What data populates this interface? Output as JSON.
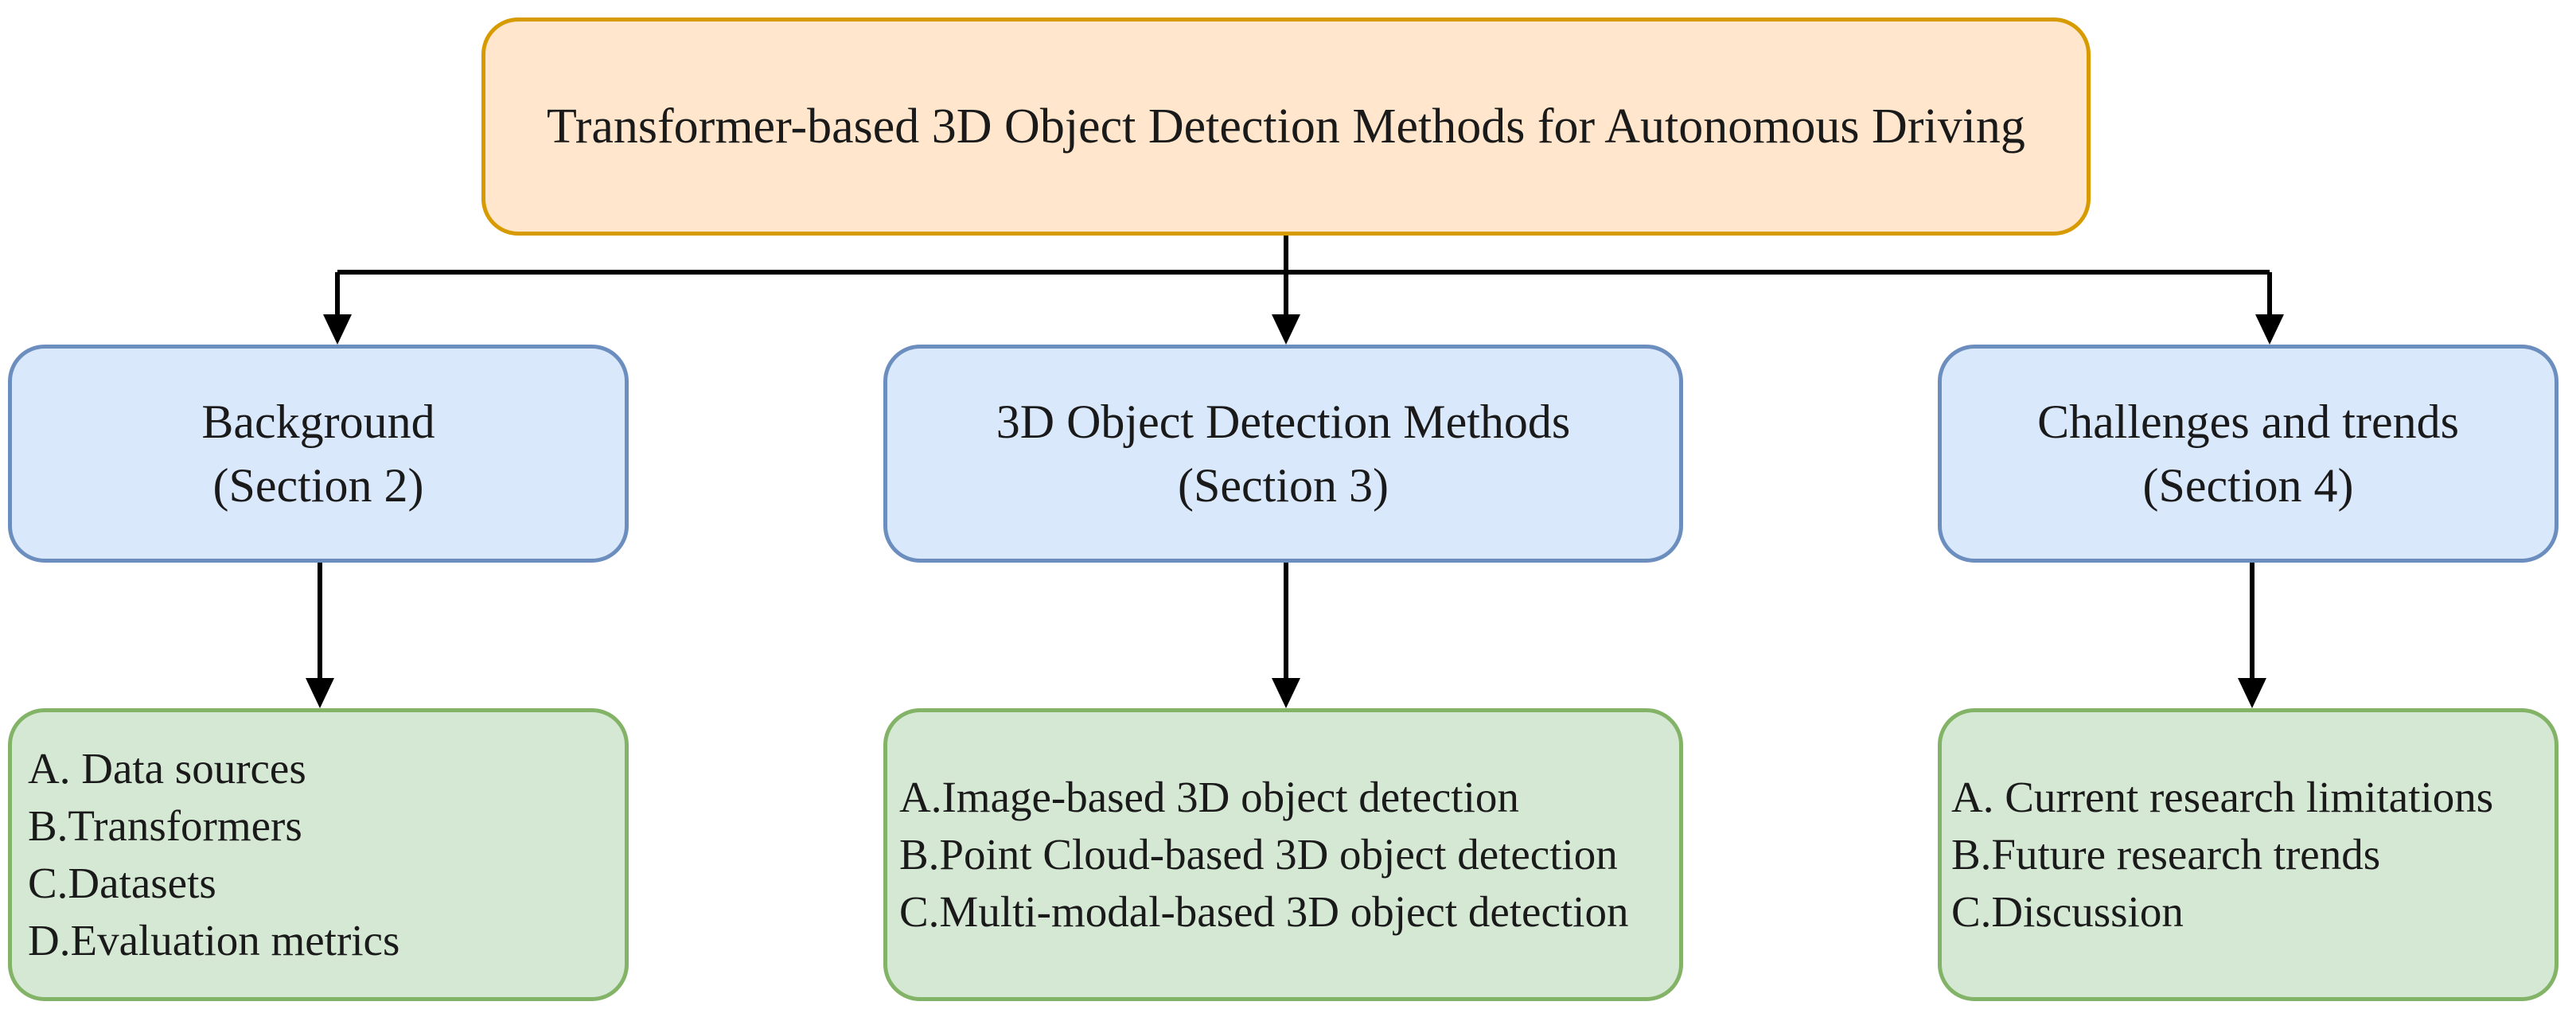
{
  "colors": {
    "root_fill": "#ffe6cc",
    "root_border": "#d79b00",
    "section_fill": "#dae8fc",
    "section_border": "#6c8ebf",
    "detail_fill": "#d5e8d4",
    "detail_border": "#82b366",
    "connector": "#000000"
  },
  "root": {
    "title": "Transformer-based 3D Object Detection Methods for Autonomous Driving"
  },
  "sections": [
    {
      "title": "Background",
      "ref": "(Section 2)",
      "items": [
        "A. Data sources",
        "B.Transformers",
        "C.Datasets",
        "D.Evaluation metrics"
      ]
    },
    {
      "title": "3D Object Detection Methods",
      "ref": "(Section 3)",
      "items": [
        "A.Image-based 3D object detection",
        "B.Point Cloud-based 3D object detection",
        "C.Multi-modal-based 3D object detection"
      ]
    },
    {
      "title": "Challenges and trends",
      "ref": "(Section 4)",
      "items": [
        "A. Current research limitations",
        "B.Future research trends",
        "C.Discussion"
      ]
    }
  ]
}
